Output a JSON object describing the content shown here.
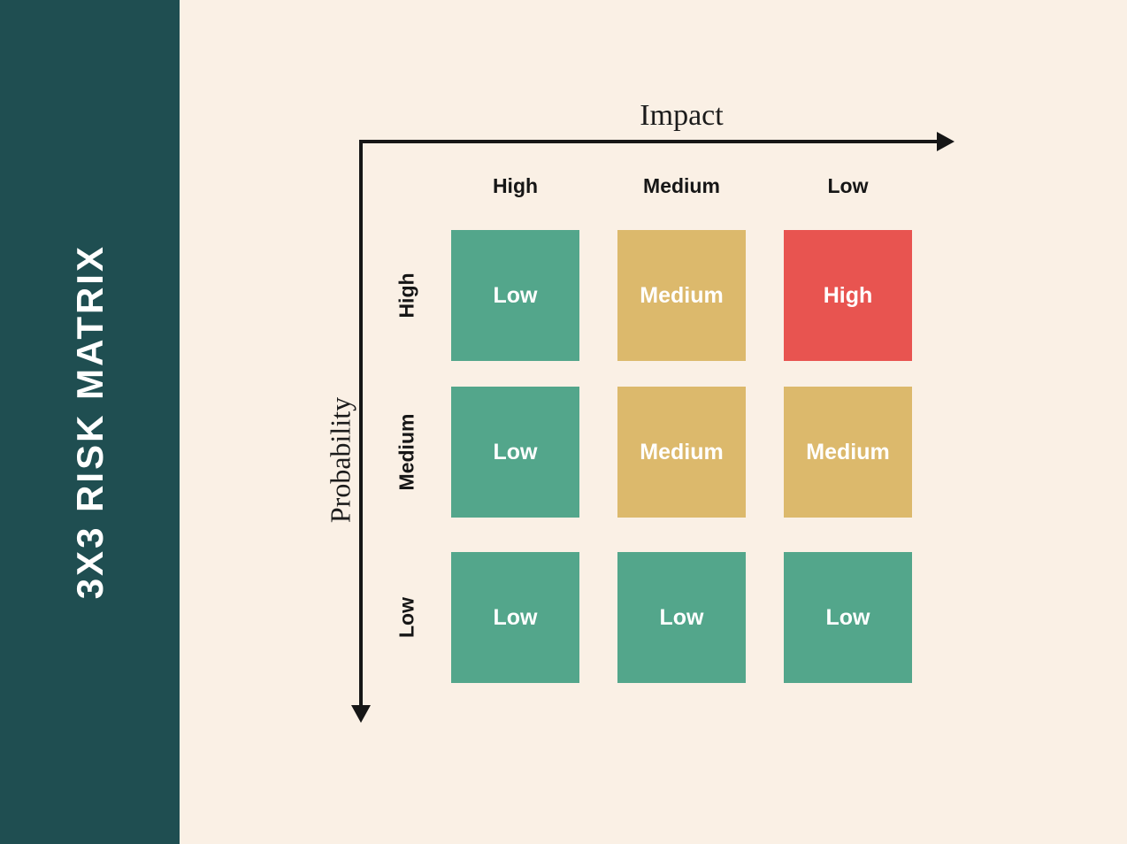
{
  "page": {
    "bg": "#FAF0E5"
  },
  "sidebar": {
    "title": "3X3 RISK MATRIX",
    "bg": "#1F4E51",
    "text_color": "#FFFFFF"
  },
  "axes": {
    "x_label": "Impact",
    "y_label": "Probability",
    "color": "#161616"
  },
  "impact_levels": [
    "High",
    "Medium",
    "Low"
  ],
  "probability_levels": [
    "High",
    "Medium",
    "Low"
  ],
  "palette": {
    "low": "#53A68B",
    "medium": "#DCB96C",
    "high": "#E85450"
  },
  "matrix": {
    "rows": [
      {
        "probability": "High",
        "cells": [
          {
            "label": "Low",
            "level": "low",
            "color": "#53A68B"
          },
          {
            "label": "Medium",
            "level": "medium",
            "color": "#DCB96C"
          },
          {
            "label": "High",
            "level": "high",
            "color": "#E85450"
          }
        ]
      },
      {
        "probability": "Medium",
        "cells": [
          {
            "label": "Low",
            "level": "low",
            "color": "#53A68B"
          },
          {
            "label": "Medium",
            "level": "medium",
            "color": "#DCB96C"
          },
          {
            "label": "Medium",
            "level": "medium",
            "color": "#DCB96C"
          }
        ]
      },
      {
        "probability": "Low",
        "cells": [
          {
            "label": "Low",
            "level": "low",
            "color": "#53A68B"
          },
          {
            "label": "Low",
            "level": "low",
            "color": "#53A68B"
          },
          {
            "label": "Low",
            "level": "low",
            "color": "#53A68B"
          }
        ]
      }
    ]
  }
}
